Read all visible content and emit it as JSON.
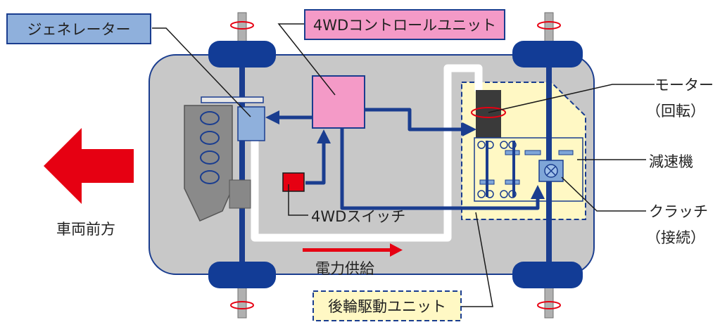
{
  "colors": {
    "body": "#c8c8c8",
    "axle": "#1a3d8f",
    "tire": "#123c96",
    "generator": "#8fb0dc",
    "controller": "#f49ac7",
    "switch": "#e60012",
    "motor": "#3a3a3a",
    "rear_unit": "#fff8c4",
    "forward_arrow": "#e60012",
    "power_arrow": "#e60012",
    "white_line": "#ffffff"
  },
  "labels": {
    "generator": "ジェネレーター",
    "controller": "4WDコントロールユニット",
    "motor": "モーター",
    "motor_sub": "（回転）",
    "reducer": "減速機",
    "clutch": "クラッチ",
    "clutch_sub": "（接続）",
    "switch": "4WDスイッチ",
    "front": "車両前方",
    "power": "電力供給",
    "rear_unit": "後輪駆動ユニット"
  }
}
